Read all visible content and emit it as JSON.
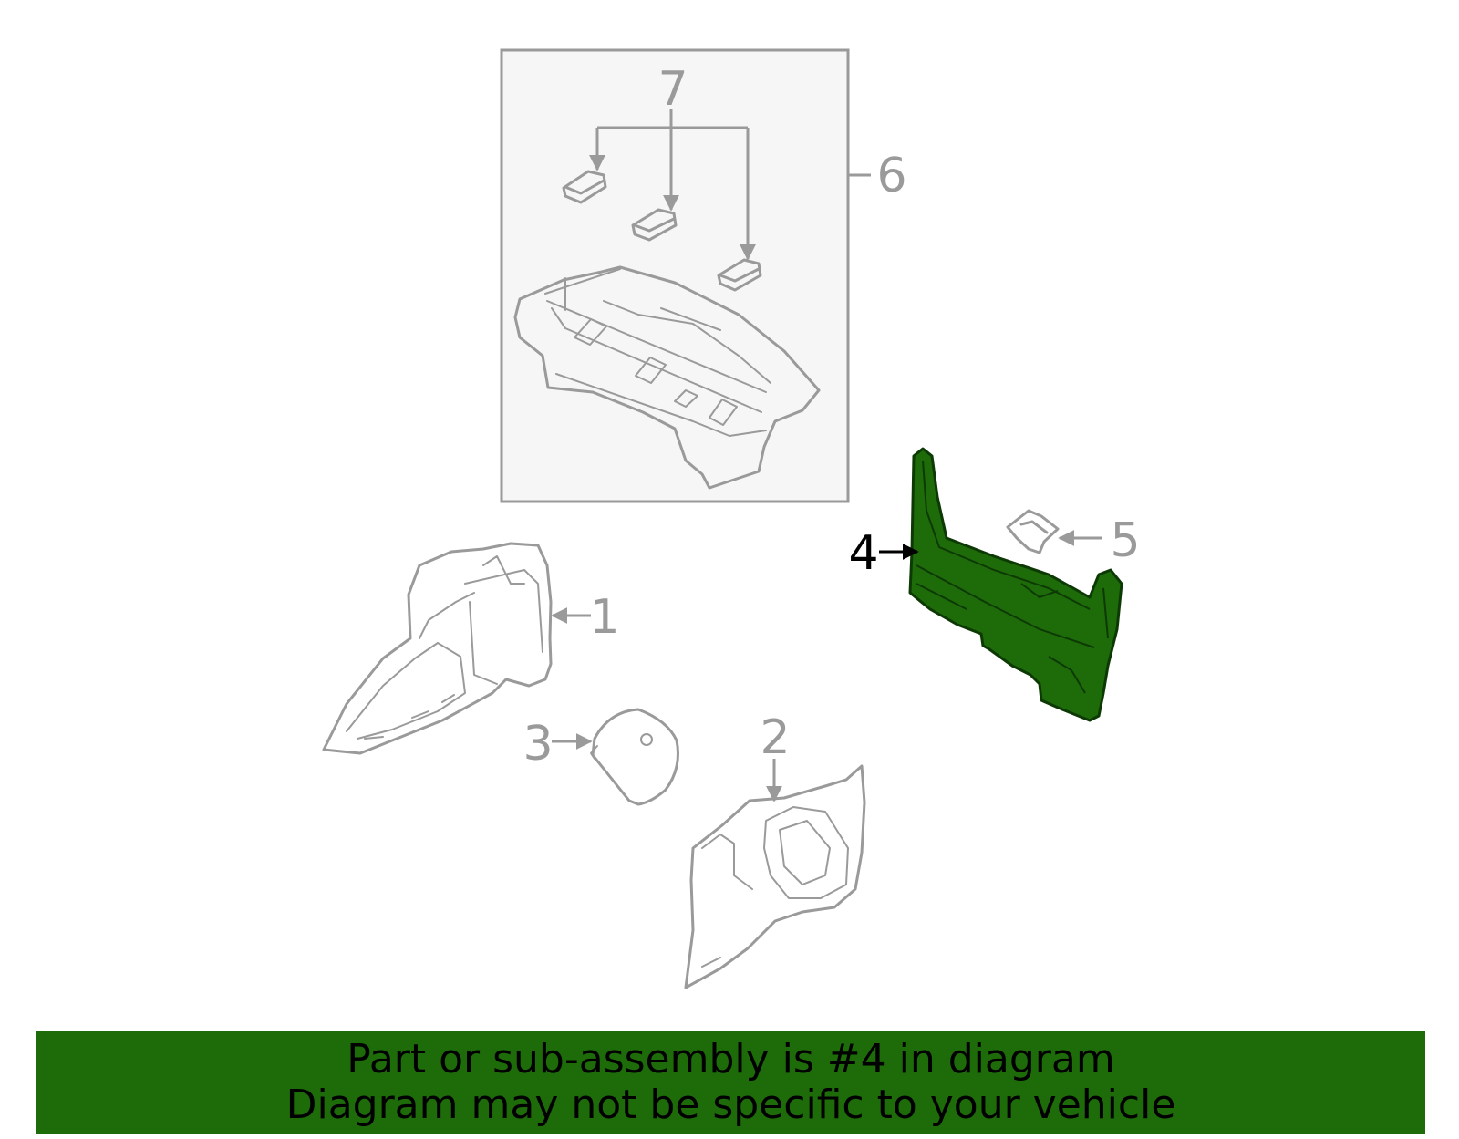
{
  "diagram": {
    "callouts": {
      "c1": "1",
      "c2": "2",
      "c3": "3",
      "c4": "4",
      "c5": "5",
      "c6": "6",
      "c7": "7"
    },
    "highlighted_part": "4",
    "colors": {
      "highlight": "#1e6b0a",
      "line": "#9a9a9a",
      "inset_background": "#f6f6f6"
    }
  },
  "banner": {
    "line1": "Part or sub-assembly is #4 in diagram",
    "line2": "Diagram may not be specific to your vehicle"
  }
}
